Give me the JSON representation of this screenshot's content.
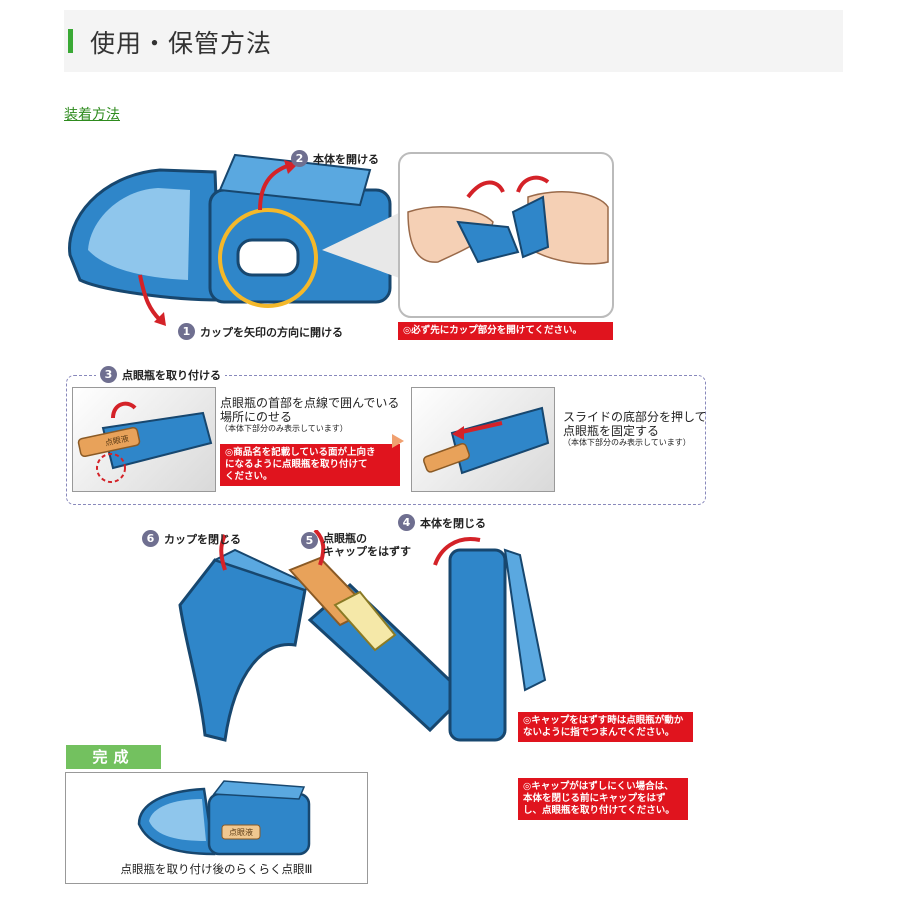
{
  "section": {
    "title": "使用・保管方法",
    "link": "装着方法"
  },
  "steps": {
    "s1": {
      "num": "1",
      "label": "カップを矢印の方向に開ける"
    },
    "s2": {
      "num": "2",
      "label": "本体を開ける"
    },
    "s3": {
      "num": "3",
      "label": "点眼瓶を取り付ける"
    },
    "s4": {
      "num": "4",
      "label": "本体を閉じる"
    },
    "s5": {
      "num": "5",
      "label_1": "点眼瓶の",
      "label_2": "キャップをはずす"
    },
    "s6": {
      "num": "6",
      "label": "カップを閉じる"
    }
  },
  "notes": {
    "open_first": "◎必ず先にカップ部分を開けてください。",
    "neck_1": "点眼瓶の首部を点線で囲んでいる",
    "neck_2": "場所にのせる",
    "neck_small": "（本体下部分のみ表示しています）",
    "label_up_1": "◎商品名を記載している面が上向き",
    "label_up_2": "になるように点眼瓶を取り付けて",
    "label_up_3": "ください。",
    "slide_1": "スライドの底部分を押して",
    "slide_2": "点眼瓶を固定する",
    "slide_small": "（本体下部分のみ表示しています）",
    "cap_hold_1": "◎キャップをはずす時は点眼瓶が動か",
    "cap_hold_2": "ないように指でつまんでください。",
    "cap_hard_1": "◎キャップがはずしにくい場合は、",
    "cap_hard_2": "本体を閉じる前にキャップをはず",
    "cap_hard_3": "し、点眼瓶を取り付けてください。"
  },
  "done": {
    "label": "完成",
    "caption": "点眼瓶を取り付け後のらくらく点眼Ⅲ",
    "bottle_label": "点眼液"
  },
  "bottle_text": "点眼液",
  "colors": {
    "accent": "#3aa935",
    "device_blue": "#2f86c9",
    "warning_red": "#e0141e",
    "step_badge": "#6f6f90"
  }
}
